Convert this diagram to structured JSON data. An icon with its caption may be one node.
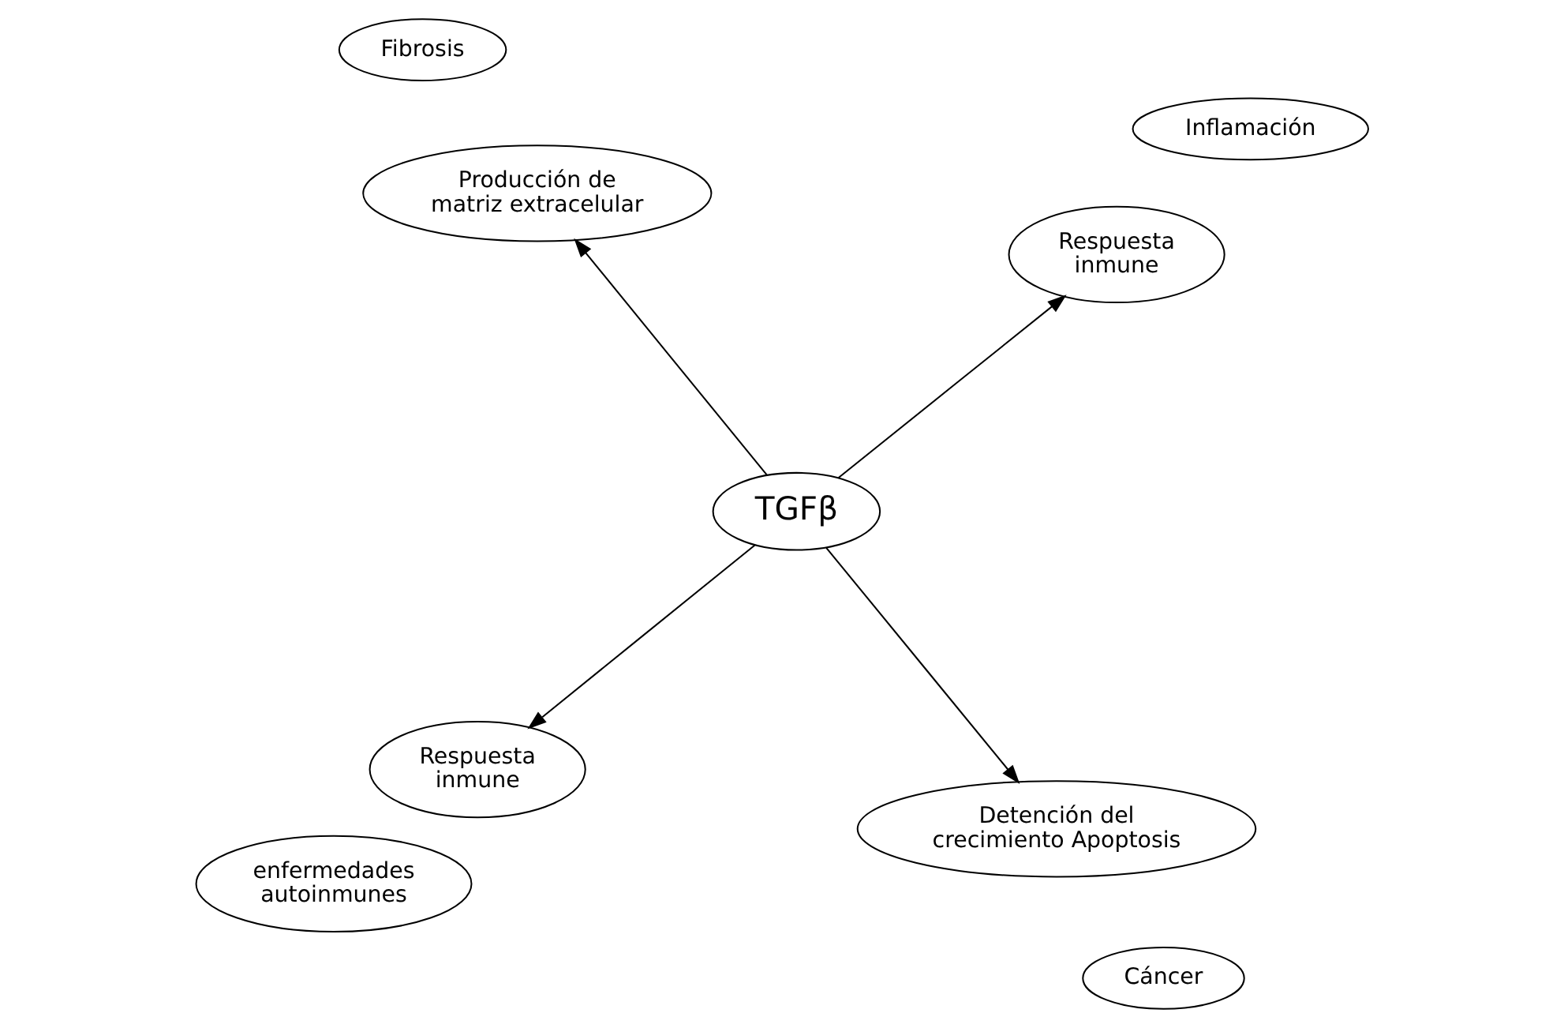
{
  "diagram": {
    "nodes": [
      {
        "text": [
          "Inflamación"
        ]
      },
      {
        "text": [
          "Respuesta inmune"
        ]
      },
      {
        "text": [
          "Producción de matriz extracelular"
        ]
      },
      {
        "text": [
          "Fibrosis"
        ]
      },
      {
        "text": [
          "TGFβ"
        ]
      },
      {
        "text": [
          "Respuesta inmune"
        ]
      },
      {
        "text": [
          "enfermedades autoinmunes"
        ]
      },
      {
        "text": [
          "Detención del crecimiento Apoptosis"
        ]
      },
      {
        "text": [
          "Cáncer"
        ]
      }
    ],
    "edges": [
      {
        "from": 4,
        "to": 1,
        "arrow": "to"
      },
      {
        "from": 4,
        "to": 2,
        "arrow": "to"
      },
      {
        "from": 4,
        "to": 5,
        "arrow": "to"
      },
      {
        "from": 4,
        "to": 7,
        "arrow": "to"
      }
    ]
  }
}
